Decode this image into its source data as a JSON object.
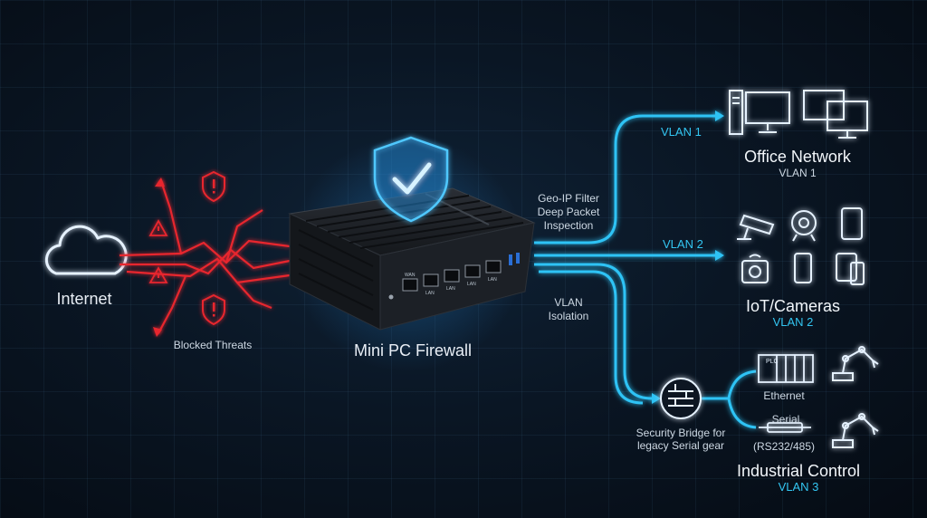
{
  "internet": {
    "label": "Internet"
  },
  "threats": {
    "label": "Blocked Threats"
  },
  "firewall": {
    "label": "Mini PC Firewall",
    "features": [
      "Geo-IP Filter",
      "Deep Packet",
      "Inspection"
    ],
    "isolation": [
      "VLAN",
      "Isolation"
    ],
    "ports": [
      "WAN",
      "LAN",
      "LAN",
      "LAN",
      "LAN"
    ]
  },
  "links": {
    "vlan1": "VLAN 1",
    "vlan2": "VLAN 2"
  },
  "office": {
    "title": "Office Network",
    "vlan": "VLAN 1"
  },
  "iot": {
    "title": "IoT/Cameras",
    "vlan": "VLAN 2"
  },
  "industrial": {
    "title": "Industrial Control",
    "vlan": "VLAN 3",
    "bridge": [
      "Security Bridge for",
      "legacy Serial gear"
    ],
    "ethernet": "Ethernet",
    "serial": "Serial",
    "serial_spec": "(RS232/485)",
    "plc": "PLC"
  },
  "colors": {
    "accent": "#33c6f2",
    "threat": "#e8262e",
    "device": "#1a1d22"
  }
}
